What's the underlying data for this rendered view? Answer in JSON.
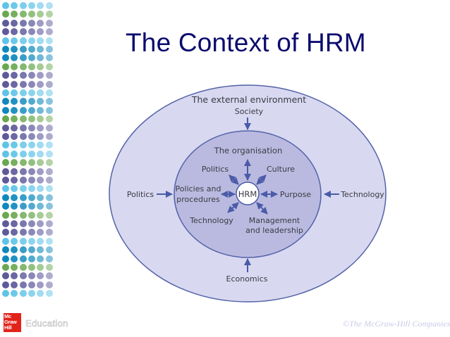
{
  "slide": {
    "title": "The Context of HRM"
  },
  "decor": {
    "dot_grid": {
      "columns": 6,
      "rows": 34,
      "row_colors": [
        "lb",
        "g",
        "p",
        "p",
        "lb",
        "b",
        "b",
        "g",
        "p",
        "p",
        "lb",
        "b",
        "b",
        "g",
        "p",
        "p",
        "lb",
        "lb",
        "g",
        "p",
        "p",
        "lb",
        "b",
        "b",
        "g",
        "p",
        "p",
        "lb",
        "b",
        "b",
        "g",
        "p",
        "p",
        "lb"
      ],
      "palette": {
        "lb": "#5fc3e8",
        "g": "#6aa84f",
        "p": "#5d5a9c",
        "b": "#0f88bd"
      }
    }
  },
  "diagram": {
    "colors": {
      "outer_fill": "#d8d8f0",
      "inner_fill": "#babae0",
      "stroke": "#5563a8",
      "arrow": "#4a5ba8",
      "center_fill": "#ffffff"
    },
    "outer": {
      "label": "The external environment",
      "factors": {
        "top": "Society",
        "left": "Politics",
        "right": "Technology",
        "bottom": "Economics"
      }
    },
    "inner": {
      "label": "The organisation",
      "center": "HRM",
      "factors": {
        "politics": "Politics",
        "culture": "Culture",
        "policies_line1": "Policies and",
        "policies_line2": "procedures",
        "purpose": "Purpose",
        "technology": "Technology",
        "management_line1": "Management",
        "management_line2": "and leadership"
      }
    }
  },
  "footer": {
    "logo_line1": "Mc",
    "logo_line2": "Graw",
    "logo_line3": "Hill",
    "logo_word": "Education",
    "copyright": "©The McGraw-Hill Companies,"
  }
}
